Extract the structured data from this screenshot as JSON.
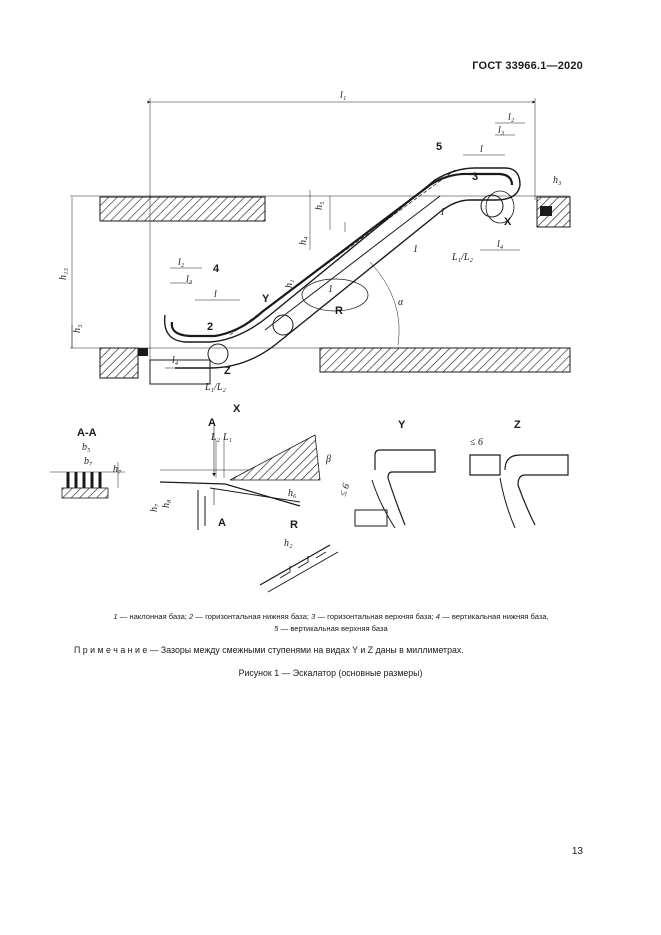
{
  "header": {
    "doc_code": "ГОСТ 33966.1—2020"
  },
  "main_view": {
    "dims": {
      "l1": "l₁",
      "l2_top": "l₂",
      "l3_top": "l₃",
      "l_top": "l",
      "h3": "h₃",
      "h5": "h₅",
      "h4": "h₄",
      "h1": "h₁",
      "h13": "h₁₃",
      "h3_left": "h₃",
      "l2_bot": "l₂",
      "l3_bot": "l₃",
      "l_bot": "l",
      "l4_left": "l₄",
      "l4_right": "l₄",
      "L1L2_left": "L₁/L₂",
      "L1L2_right": "L₁/L₂",
      "alpha": "α"
    },
    "callouts": [
      "1",
      "1",
      "1",
      "2",
      "3",
      "4",
      "5"
    ],
    "view_marks": {
      "x": "X",
      "y": "Y",
      "z": "Z",
      "r": "R"
    }
  },
  "detail_aa": {
    "title": "А-А",
    "b5": "b₅",
    "b7": "b₇",
    "h7": "h₇"
  },
  "detail_x": {
    "title": "X",
    "a_top": "А",
    "a_bot": "А",
    "l2": "L₂",
    "l1": "L₁",
    "beta": "β",
    "h7": "h₇",
    "h8": "h₈",
    "h6": "h₆"
  },
  "detail_y": {
    "title": "Y",
    "gap": "≤ 6"
  },
  "detail_z": {
    "title": "Z",
    "gap": "≤ 6"
  },
  "detail_r": {
    "title": "R",
    "h2": "h₂"
  },
  "legend": {
    "n1": "1",
    "t1": " — наклонная база; ",
    "n2": "2",
    "t2": " — горизонтальная нижняя база; ",
    "n3": "3",
    "t3": " — горизонтальная верхняя база; ",
    "n4": "4",
    "t4": " — вертикальная нижняя база,",
    "n5": "5",
    "t5": " — вертикальная верхняя база"
  },
  "note": {
    "prefix": "П р и м е ч а н и е",
    "text": " — Зазоры между смежными ступенями на видах Y и Z даны в миллиметрах."
  },
  "caption": "Рисунок 1 — Эскалатор (основные размеры)",
  "page_number": "13"
}
